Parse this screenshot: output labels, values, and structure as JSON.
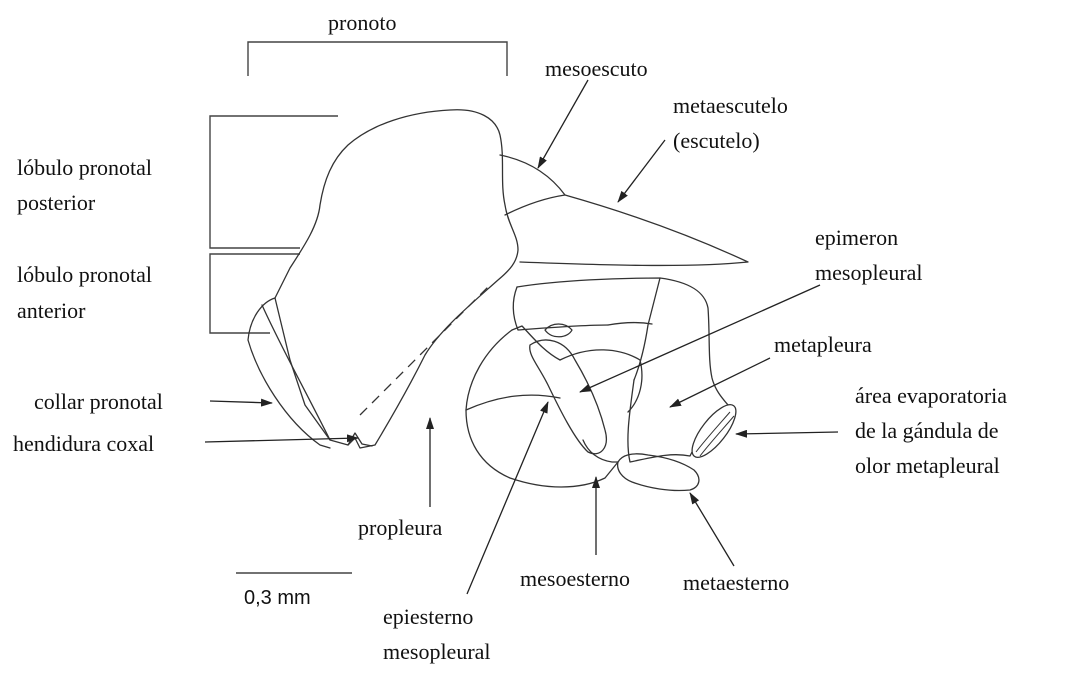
{
  "labels": {
    "pronoto": "pronoto",
    "mesoescuto": "mesoescuto",
    "metaescutelo_1": "metaescutelo",
    "metaescutelo_2": "(escutelo)",
    "lobulo_posterior_1": "lóbulo pronotal",
    "lobulo_posterior_2": "posterior",
    "lobulo_anterior_1": "lóbulo pronotal",
    "lobulo_anterior_2": "anterior",
    "epimeron_1": "epimeron",
    "epimeron_2": "mesopleural",
    "metapleura": "metapleura",
    "area_1": "área evaporatoria",
    "area_2": "de la gándula de",
    "area_3": "olor metapleural",
    "collar": "collar pronotal",
    "hendidura": "hendidura coxal",
    "propleura": "propleura",
    "mesoesterno": "mesoesterno",
    "metaesterno": "metaesterno",
    "epiesterno_1": "epiesterno",
    "epiesterno_2": "mesopleural"
  },
  "scale_bar": {
    "label": "0,3 mm"
  }
}
